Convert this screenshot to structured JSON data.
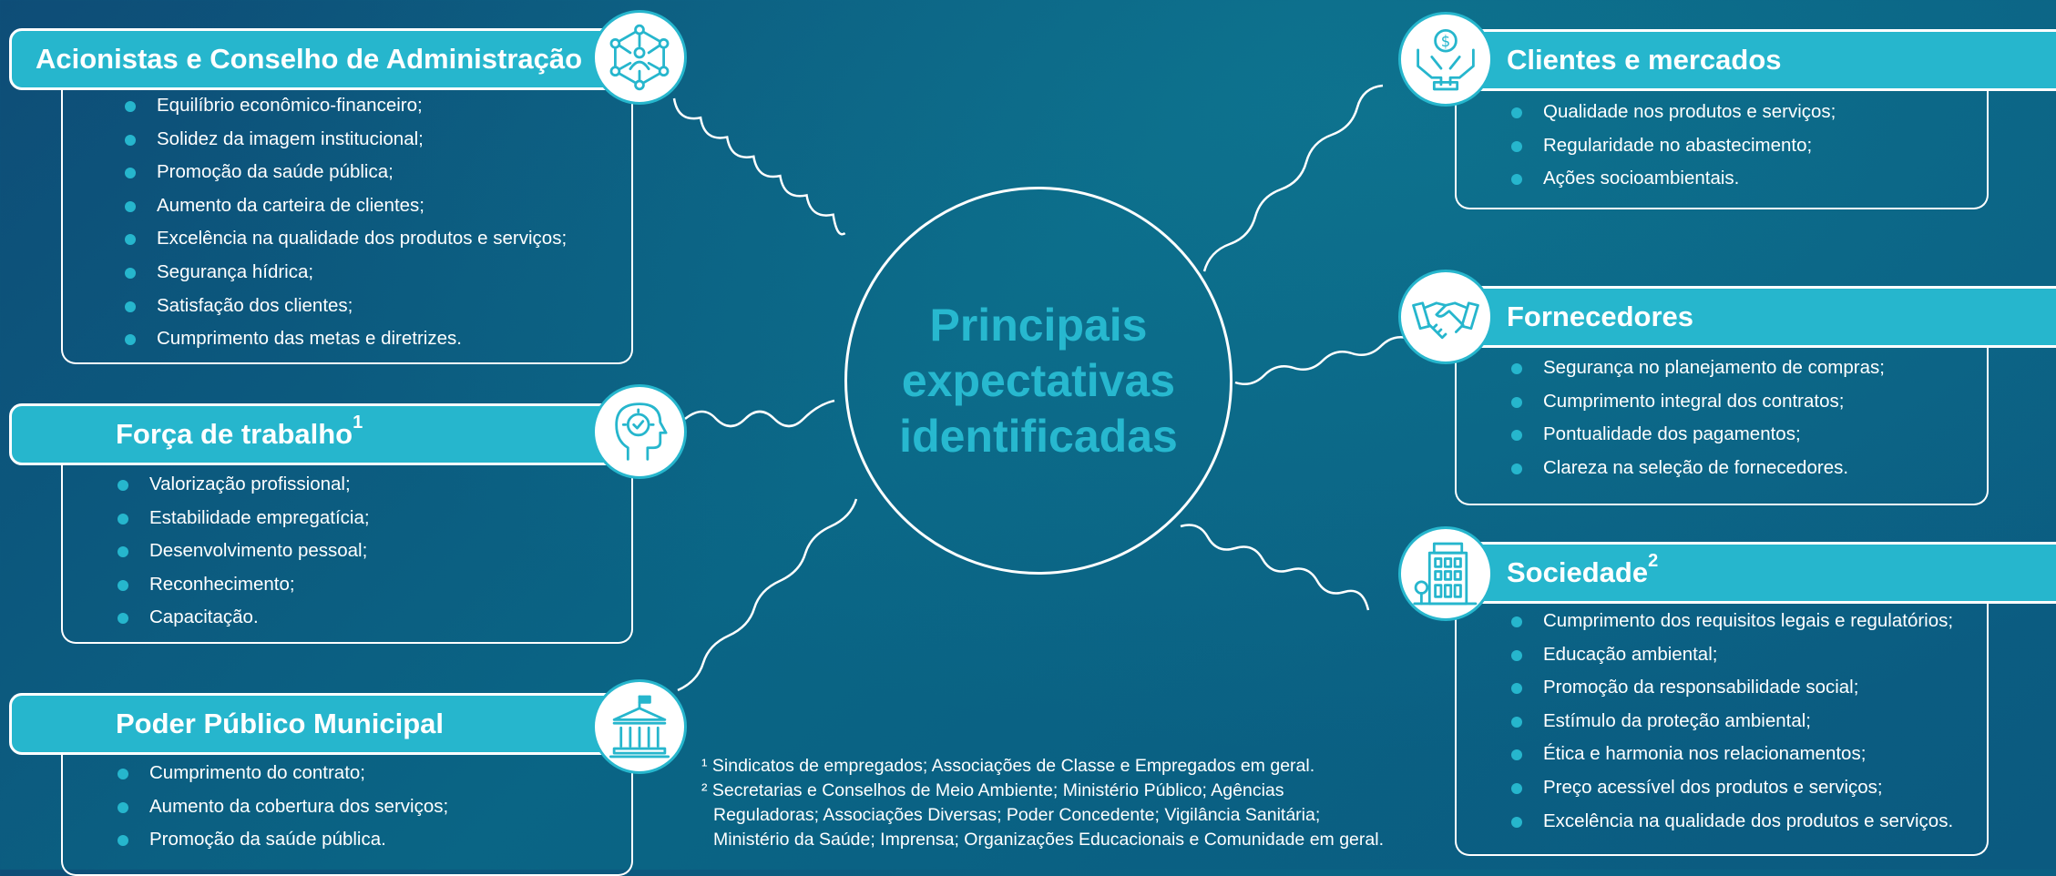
{
  "center": {
    "title": "Principais expectativas identificadas"
  },
  "groups": {
    "acionistas": {
      "title": "Acionistas e Conselho de Administração",
      "icon": "network-people-icon",
      "items": [
        "Equilíbrio econômico-financeiro;",
        "Solidez da imagem institucional;",
        "Promoção da saúde pública;",
        "Aumento da carteira de clientes;",
        "Excelência na qualidade dos produtos e serviços;",
        "Segurança hídrica;",
        "Satisfação dos clientes;",
        "Cumprimento das metas e diretrizes."
      ]
    },
    "forca": {
      "title": "Força de trabalho",
      "marker": "1",
      "icon": "head-check-icon",
      "items": [
        "Valorização profissional;",
        "Estabilidade empregatícia;",
        "Desenvolvimento pessoal;",
        "Reconhecimento;",
        "Capacitação."
      ]
    },
    "poder": {
      "title": "Poder Público Municipal",
      "icon": "government-building-icon",
      "items": [
        "Cumprimento do contrato;",
        "Aumento da cobertura dos serviços;",
        "Promoção da saúde pública."
      ]
    },
    "clientes": {
      "title": "Clientes e mercados",
      "icon": "hands-coin-icon",
      "items": [
        "Qualidade nos produtos e serviços;",
        "Regularidade no abastecimento;",
        "Ações socioambientais."
      ]
    },
    "fornecedores": {
      "title": "Fornecedores",
      "icon": "handshake-icon",
      "items": [
        "Segurança no planejamento de compras;",
        "Cumprimento integral dos contratos;",
        "Pontualidade dos pagamentos;",
        "Clareza na seleção de fornecedores."
      ]
    },
    "sociedade": {
      "title": "Sociedade",
      "marker": "2",
      "icon": "city-building-icon",
      "items": [
        "Cumprimento dos requisitos legais e regulatórios;",
        "Educação ambiental;",
        "Promoção da responsabilidade social;",
        "Estímulo da proteção ambiental;",
        "Ética e harmonia nos relacionamentos;",
        "Preço acessível dos produtos e serviços;",
        "Excelência na qualidade dos produtos e serviços."
      ]
    }
  },
  "footnotes": {
    "fn1_marker": "¹",
    "fn1": "Sindicatos de empregados; Associações de Classe e Empregados em geral.",
    "fn2_marker": "²",
    "fn2_line1": "Secretarias e Conselhos de Meio Ambiente; Ministério Público; Agências",
    "fn2_line2": "Reguladoras; Associações Diversas; Poder Concedente; Vigilância Sanitária;",
    "fn2_line3": "Ministério da Saúde; Imprensa; Organizações Educacionais e Comunidade em geral."
  },
  "colors": {
    "accent": "#26b6cd",
    "center_text": "#27b8cf",
    "line": "#ffffff"
  }
}
